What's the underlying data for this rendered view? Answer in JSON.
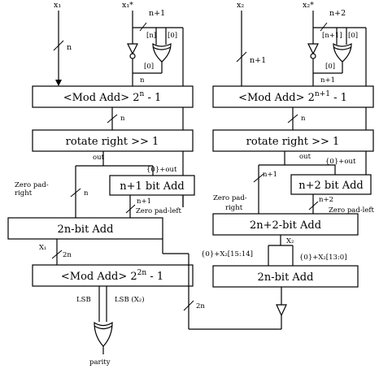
{
  "inputs": {
    "x1": "x₁",
    "x1_star": "x₁*",
    "x2": "x₂",
    "x2_star": "x₂*"
  },
  "left_path": {
    "mod_add_1_base": "<Mod Add> 2",
    "mod_add_1_exp": "n",
    "mod_add_1_suffix": " - 1",
    "rotate": "rotate right >> 1",
    "add_n1": "n+1 bit Add",
    "add_2n": "2n-bit Add",
    "mod_add_2_base": "<Mod Add> 2",
    "mod_add_2_exp": "2n",
    "mod_add_2_suffix": " - 1"
  },
  "right_path": {
    "mod_add_1_base": "<Mod Add> 2",
    "mod_add_1_exp": "n+1",
    "mod_add_1_suffix": " - 1",
    "rotate": "rotate right >> 1",
    "add_n2": "n+2 bit Add",
    "add_2n2": "2n+2-bit Add",
    "add_2n": "2n-bit Add"
  },
  "labels": {
    "n": "n",
    "n1": "n+1",
    "n2": "n+2",
    "two_n": "2n",
    "bit_n": "[n]",
    "bit_0": "[0]",
    "bit_n1": "[n+1]",
    "out": "out",
    "zero_out": "{0}+out",
    "zero_pad_right_1": "Zero pad-",
    "zero_pad_right_2": "right",
    "zero_pad_left": "Zero pad-left",
    "X1": "X₁",
    "X2": "X₂",
    "lsb": "LSB",
    "lsb_x2": "LSB (X₂)",
    "x2_hi": "{0}+X₂[15:14]",
    "x2_lo": "{0}+X₂[13:0]",
    "parity": "parity"
  }
}
